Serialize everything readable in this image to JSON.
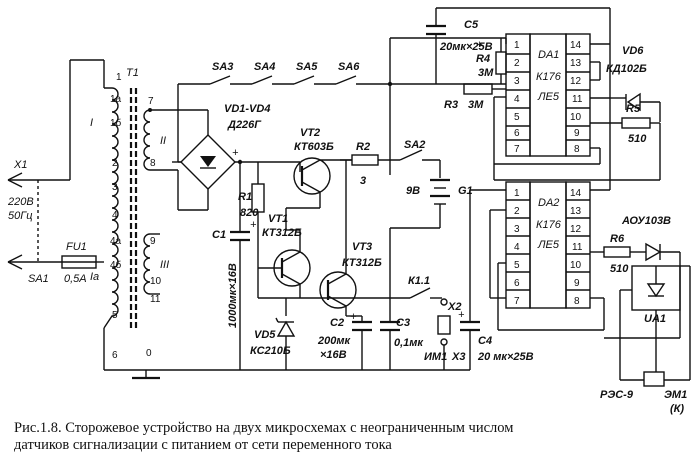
{
  "connectors": {
    "x1": "X1",
    "mains_voltage": "220В",
    "mains_freq": "50Гц",
    "sa1": "SA1",
    "fu1": "FU1",
    "fu1_rating": "0,5А"
  },
  "transformer": {
    "name": "T1",
    "pins_left": [
      "1",
      "1а",
      "1б",
      "2",
      "3",
      "4",
      "4а",
      "4б",
      "5",
      "6"
    ],
    "pins_right": [
      "7",
      "8",
      "9",
      "10",
      "11",
      "0"
    ],
    "windings": [
      "I",
      "Iа",
      "II",
      "III"
    ]
  },
  "switches": [
    "SA3",
    "SA4",
    "SA5",
    "SA6",
    "SA2"
  ],
  "bridge": {
    "name": "VD1-VD4",
    "type": "Д226Г"
  },
  "transistors": [
    {
      "name": "VT2",
      "type": "КТ603Б"
    },
    {
      "name": "VT1",
      "type": "КТ312Б"
    },
    {
      "name": "VT3",
      "type": "КТ312Б"
    }
  ],
  "resistors": [
    {
      "name": "R1",
      "value": "820"
    },
    {
      "name": "R2",
      "value": "3"
    },
    {
      "name": "R3",
      "value": "3М"
    },
    {
      "name": "R4",
      "value": "3М"
    },
    {
      "name": "R5",
      "value": "510"
    },
    {
      "name": "R6",
      "value": "510"
    }
  ],
  "capacitors": [
    {
      "name": "C1",
      "value": "1000мк×16В"
    },
    {
      "name": "C2",
      "value": "200мк",
      "value2": "×16В"
    },
    {
      "name": "C3",
      "value": "0,1мк"
    },
    {
      "name": "C4",
      "value": "20 мк×25В"
    },
    {
      "name": "C5",
      "value": "20мк×25В"
    }
  ],
  "zener": {
    "name": "VD5",
    "type": "КС210Б"
  },
  "diode_vd6": {
    "name": "VD6",
    "type": "КД102Б"
  },
  "battery": {
    "name": "G1",
    "voltage": "9В"
  },
  "relay_contact": "К1.1",
  "x2": "X2",
  "x3": "X3",
  "im1": "ИМ1",
  "chips": [
    {
      "name": "DA1",
      "type": "К176",
      "type2": "ЛЕ5",
      "left_pins": [
        "1",
        "2",
        "3",
        "4",
        "5",
        "6",
        "7"
      ],
      "right_pins": [
        "14",
        "13",
        "12",
        "11",
        "10",
        "9",
        "8"
      ]
    },
    {
      "name": "DA2",
      "type": "К176",
      "type2": "ЛЕ5",
      "left_pins": [
        "1",
        "2",
        "3",
        "4",
        "5",
        "6",
        "7"
      ],
      "right_pins": [
        "14",
        "13",
        "12",
        "11",
        "10",
        "9",
        "8"
      ]
    }
  ],
  "optocoupler": {
    "name": "АОУ103В",
    "label": "UA1"
  },
  "relay": {
    "type": "РЭС-9",
    "name": "ЭМ1",
    "sub": "(К)"
  },
  "plus_signs": [
    "+",
    "+",
    "+",
    "+",
    "+",
    "+"
  ],
  "caption": {
    "line1": "Рис.1.8. Сторожевое устройство на двух микросхемах с неограниченным числом",
    "line2": "датчиков сигнализации с питанием от сети переменного тока"
  }
}
